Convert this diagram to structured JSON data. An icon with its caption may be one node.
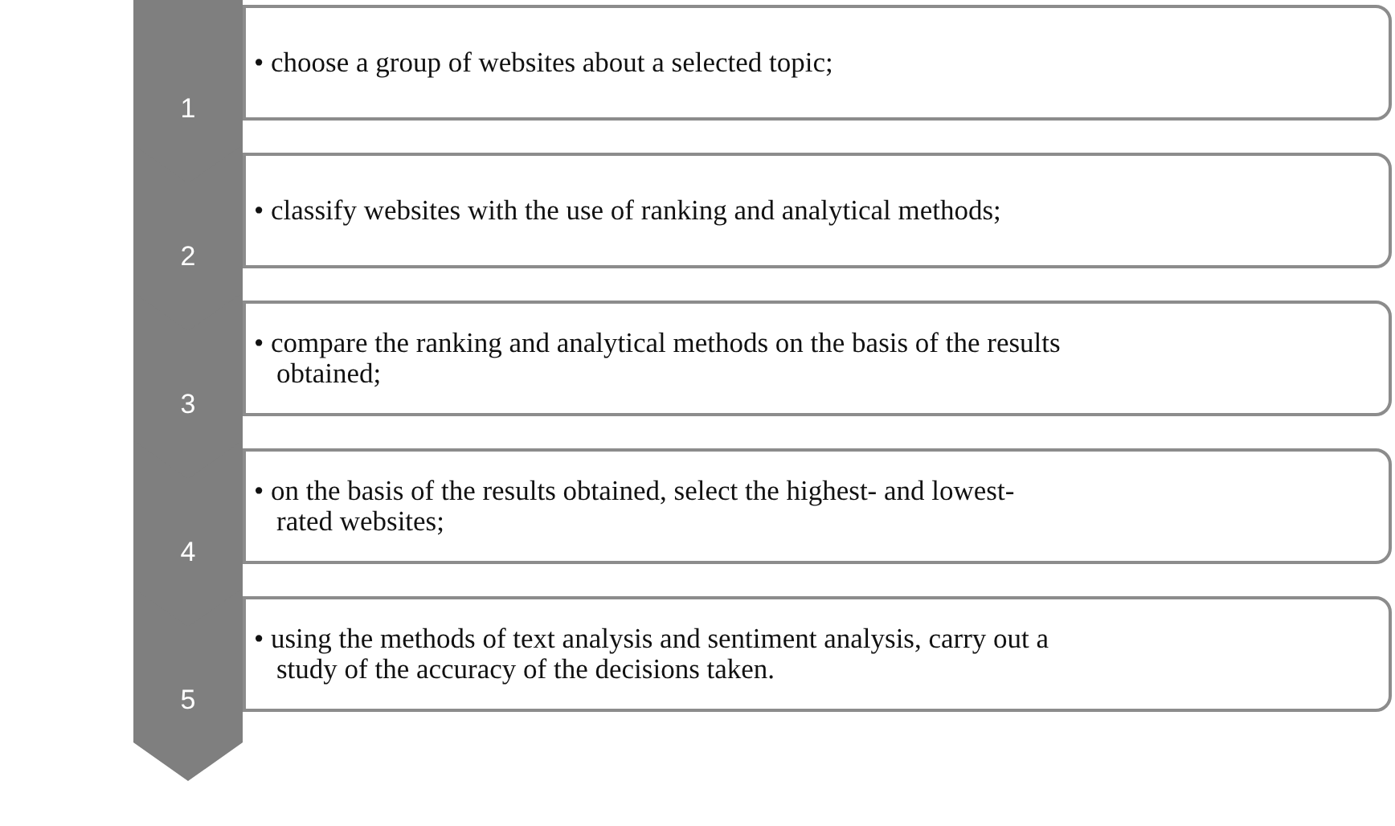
{
  "diagram": {
    "nodes": [
      {
        "text": [
          "1"
        ]
      },
      {
        "text": [
          "• choose a group of websites about a selected topic;"
        ]
      },
      {
        "text": [
          "2"
        ]
      },
      {
        "text": [
          "• classify websites with the use of ranking and analytical methods;"
        ]
      },
      {
        "text": [
          "3"
        ]
      },
      {
        "text": [
          "• compare the ranking and analytical methods on the basis of the results obtained;"
        ]
      },
      {
        "text": [
          "4"
        ]
      },
      {
        "text": [
          "• on the basis of the results obtained, select the highest- and lowest-rated websites;"
        ]
      },
      {
        "text": [
          "5"
        ]
      },
      {
        "text": [
          "• using the methods of text analysis and sentiment analysis, carry out a study of the accuracy of the decisions taken."
        ]
      }
    ]
  }
}
